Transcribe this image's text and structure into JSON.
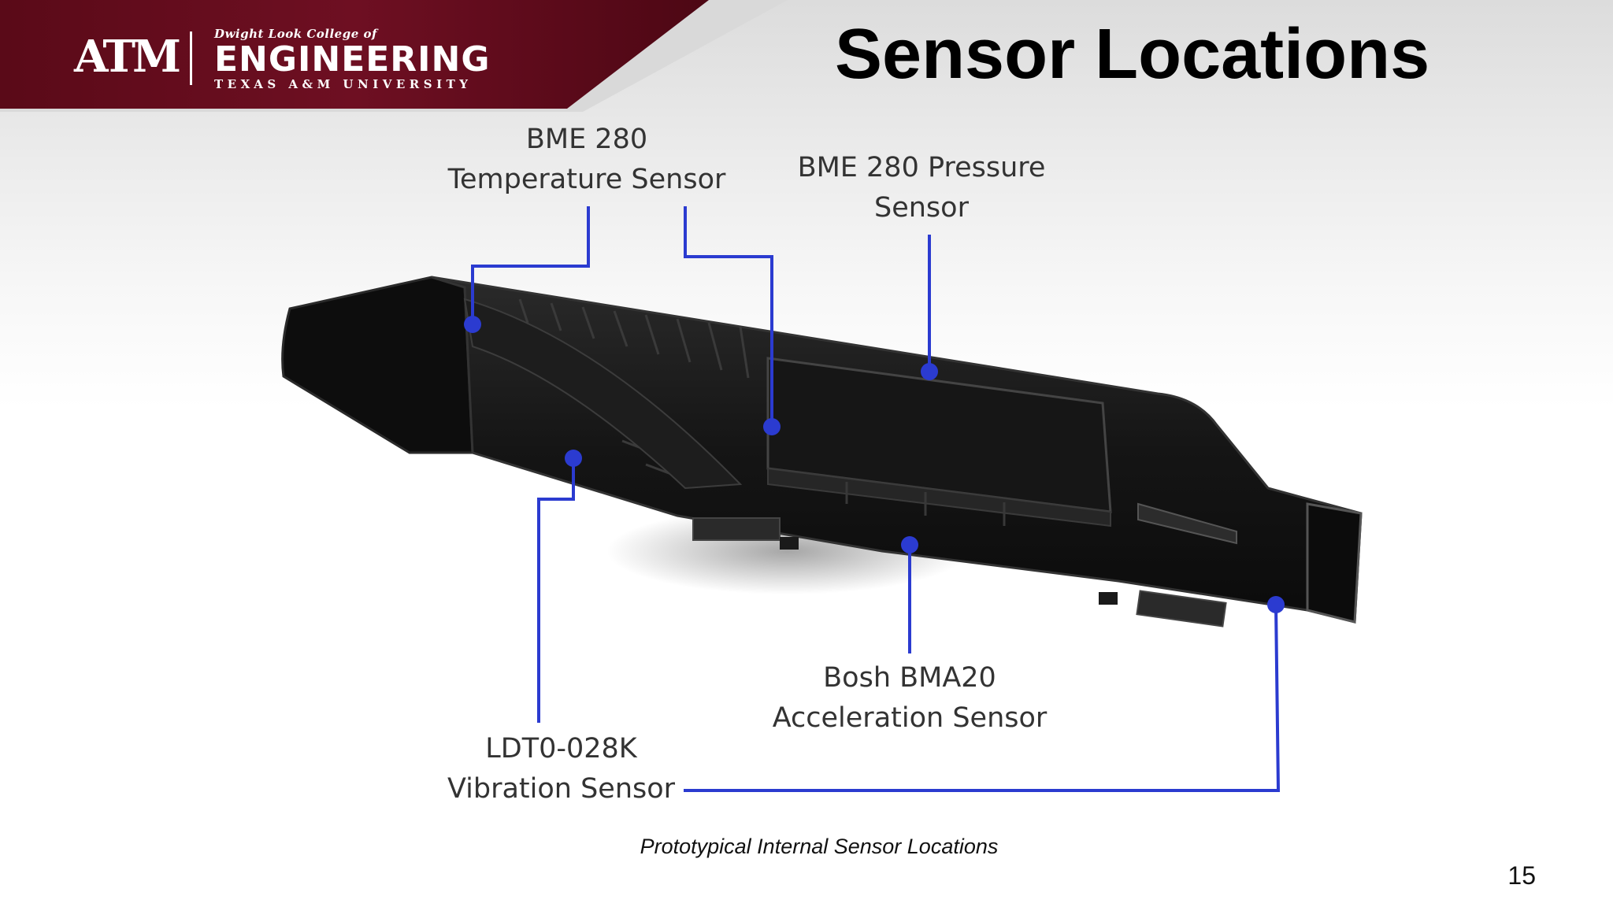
{
  "slide": {
    "title": "Sensor Locations",
    "page_number": "15",
    "caption": "Prototypical Internal Sensor Locations"
  },
  "logo": {
    "mark": "ATM",
    "college": "Dwight Look College of",
    "engineering": "ENGINEERING",
    "university": "TEXAS A&M UNIVERSITY"
  },
  "colors": {
    "banner": "#6e0f22",
    "callout_line": "#2b3bd0",
    "device_body": "#121212"
  },
  "labels": {
    "temperature": [
      "BME 280",
      "Temperature Sensor"
    ],
    "pressure": [
      "BME 280 Pressure",
      "Sensor"
    ],
    "acceleration": [
      "Bosh BMA20",
      "Acceleration Sensor"
    ],
    "vibration": [
      "LDT0-028K",
      "Vibration Sensor"
    ]
  }
}
